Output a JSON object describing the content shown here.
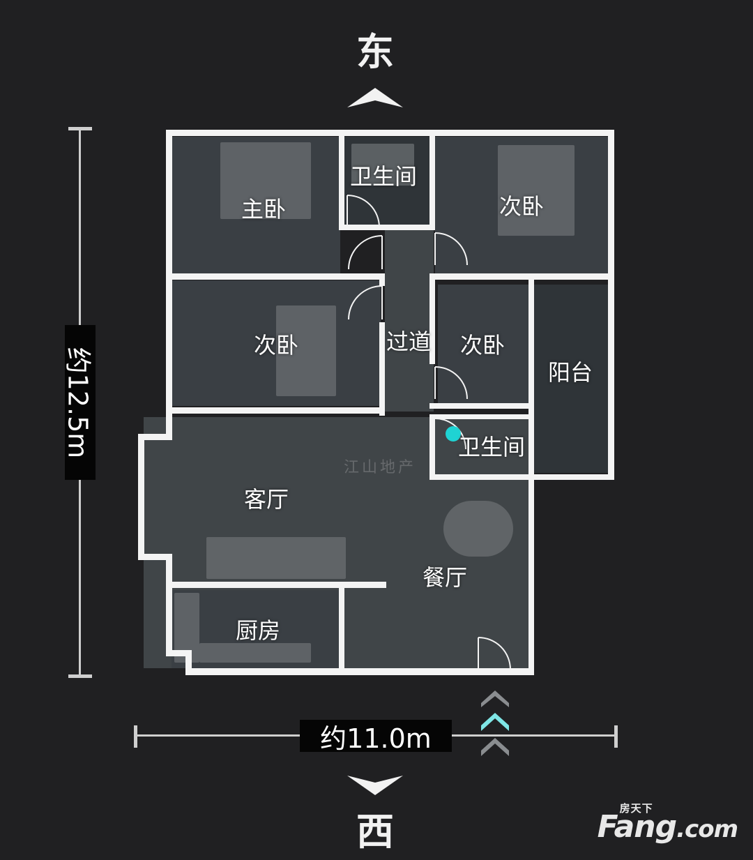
{
  "compass": {
    "top": "东",
    "bottom": "西"
  },
  "dimensions": {
    "height": "约12.5m",
    "width": "约11.0m"
  },
  "rooms": {
    "master_bedroom": "主卧",
    "bathroom_top": "卫生间",
    "bedroom_top_right": "次卧",
    "bedroom_left": "次卧",
    "corridor": "过道",
    "bedroom_middle": "次卧",
    "balcony": "阳台",
    "bathroom_bottom": "卫生间",
    "living_room": "客厅",
    "dining_room": "餐厅",
    "kitchen": "厨房"
  },
  "watermark": "江山地产",
  "logo": {
    "top": "房天下",
    "main": "Fang",
    "suffix": ".com"
  },
  "colors": {
    "wall": "#f4f4f4",
    "background": "#202022",
    "marker": "#1fd3d3",
    "entry_arrow": "#7fe6e6"
  },
  "icons": [
    "arrow-up-icon",
    "arrow-down-icon",
    "position-marker-icon",
    "entry-arrow-icon"
  ]
}
